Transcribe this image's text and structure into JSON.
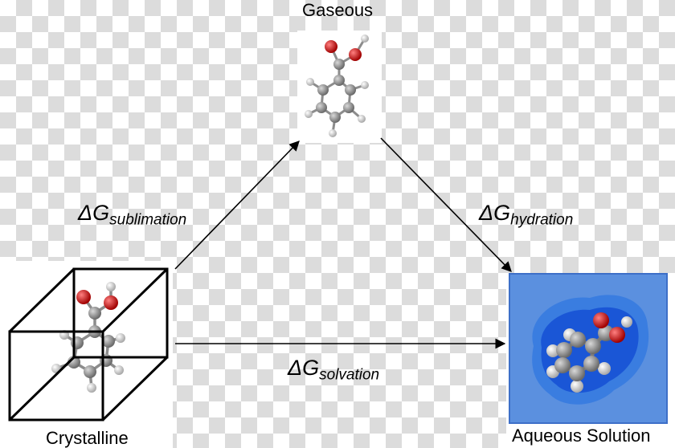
{
  "states": {
    "gaseous": "Gaseous",
    "crystalline": "Crystalline",
    "aqueous": "Aqueous Solution"
  },
  "energies": {
    "sublimation": {
      "symbol": "ΔG",
      "subscript": "sublimation"
    },
    "hydration": {
      "symbol": "ΔG",
      "subscript": "hydration"
    },
    "solvation": {
      "symbol": "ΔG",
      "subscript": "solvation"
    }
  },
  "colors": {
    "carbon": "#8a8a8a",
    "hydrogen": "#e6e6e6",
    "oxygen": "#d01010",
    "solvent_outer": "#3a7de0",
    "solvent_inner": "#1a56d6",
    "panel_bg": "#5b90df"
  }
}
